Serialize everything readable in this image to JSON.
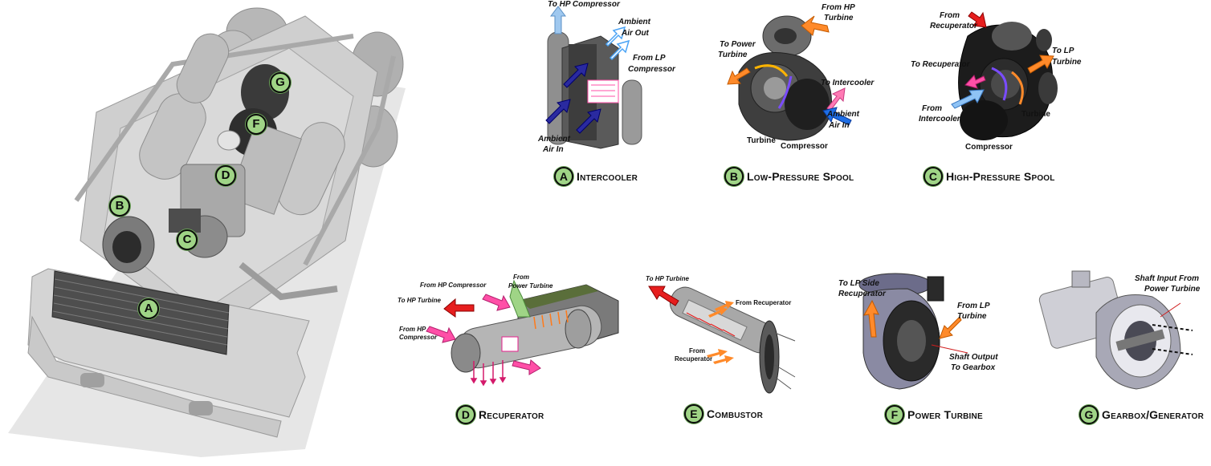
{
  "badges": {
    "a": "A",
    "b": "B",
    "c": "C",
    "d": "D",
    "e": "E",
    "f": "F",
    "g": "G"
  },
  "captions": {
    "a": "Intercooler",
    "b": "Low-Pressure Spool",
    "c": "High-Pressure Spool",
    "d": "Recuperator",
    "e": "Combustor",
    "f": "Power Turbine",
    "g": "Gearbox/Generator"
  },
  "intercooler": {
    "to_hp_compressor": "To HP Compressor",
    "ambient_air_out_1": "Ambient",
    "ambient_air_out_2": "Air Out",
    "from_lp_compressor_1": "From LP",
    "from_lp_compressor_2": "Compressor",
    "ambient_air_in_1": "Ambient",
    "ambient_air_in_2": "Air In"
  },
  "lp_spool": {
    "from_hp_turbine_1": "From HP",
    "from_hp_turbine_2": "Turbine",
    "to_power_turbine_1": "To Power",
    "to_power_turbine_2": "Turbine",
    "to_intercooler": "To Intercooler",
    "ambient_air_in_1": "Ambient",
    "ambient_air_in_2": "Air In",
    "turbine": "Turbine",
    "compressor": "Compressor"
  },
  "hp_spool": {
    "from_recuperator_1": "From",
    "from_recuperator_2": "Recuperator",
    "to_lp_turbine_1": "To LP",
    "to_lp_turbine_2": "Turbine",
    "to_recuperator": "To Recuperator",
    "from_intercooler_1": "From",
    "from_intercooler_2": "Intercooler",
    "turbine": "Turbine",
    "compressor": "Compressor"
  },
  "recuperator": {
    "from_hp_compressor_top": "From HP Compressor",
    "from_power_turbine_1": "From",
    "from_power_turbine_2": "Power Turbine",
    "to_hp_turbine": "To HP Turbine",
    "from_hp_compressor_1": "From HP",
    "from_hp_compressor_2": "Compressor"
  },
  "combustor": {
    "to_hp_turbine": "To HP Turbine",
    "from_recuperator_top": "From Recuperator",
    "from_recuperator_1": "From",
    "from_recuperator_2": "Recuperator"
  },
  "power_turbine": {
    "to_lp_side_1": "To LP Side",
    "to_lp_side_2": "Recuperator",
    "from_lp_turbine_1": "From LP",
    "from_lp_turbine_2": "Turbine",
    "shaft_output_1": "Shaft Output",
    "shaft_output_2": "To Gearbox"
  },
  "gearbox": {
    "shaft_input_1": "Shaft Input From",
    "shaft_input_2": "Power Turbine"
  }
}
